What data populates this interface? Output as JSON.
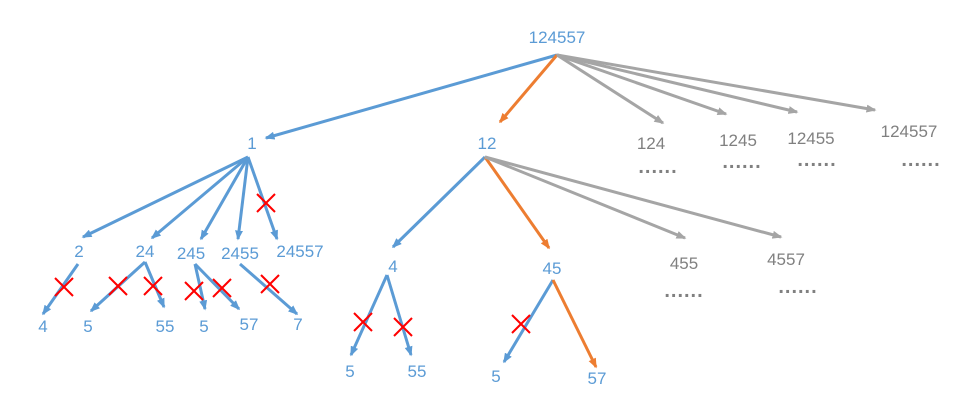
{
  "colors": {
    "blue": "#5b9bd5",
    "orange": "#ed7d31",
    "gray": "#a5a5a5",
    "cross": "#ff0000",
    "gray_text": "#808080"
  },
  "nodes": {
    "root": "124557",
    "n1": "1",
    "n12": "12",
    "n124": "124",
    "n1245": "1245",
    "n12455": "12455",
    "n124557": "124557",
    "n2": "2",
    "n24": "24",
    "n245": "245",
    "n2455": "2455",
    "n24557": "24557",
    "n4a": "4",
    "n5a": "5",
    "n55a": "55",
    "n5b": "5",
    "n57a": "57",
    "n7": "7",
    "n4b": "4",
    "n45": "45",
    "n455": "455",
    "n4557": "4557",
    "n5c": "5",
    "n55b": "55",
    "n5d": "5",
    "n57b": "57"
  },
  "ellipses": {
    "e124": "......",
    "e1245": "......",
    "e12455": "......",
    "e124557": "......",
    "e455": "......",
    "e4557": "......"
  }
}
